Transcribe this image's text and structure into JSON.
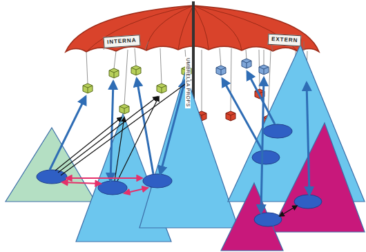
{
  "diagram": {
    "labels": [
      "INTERNA",
      "EXTERN",
      "UMBRELLA PROPS"
    ]
  }
}
